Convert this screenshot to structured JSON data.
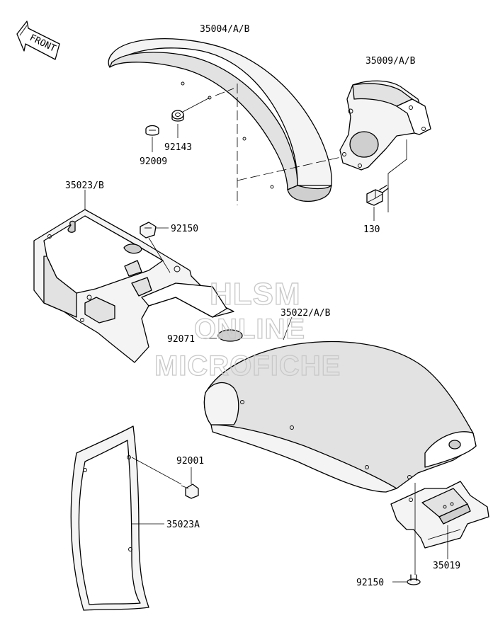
{
  "front_marker": {
    "text": "FRONT",
    "icon": "front-arrow-icon"
  },
  "labels": {
    "p35004": "35004/A/B",
    "p35009": "35009/A/B",
    "p92143": "92143",
    "p92009": "92009",
    "p35023": "35023/B",
    "p92150_top": "92150",
    "p130": "130",
    "p35022": "35022/A/B",
    "p92071": "92071",
    "p92001": "92001",
    "p35023A": "35023A",
    "p35019": "35019",
    "p92150_bottom": "92150"
  },
  "watermark": {
    "line1": "HLSM",
    "line2": "ONLINE",
    "line3": "MICROFICHE"
  }
}
